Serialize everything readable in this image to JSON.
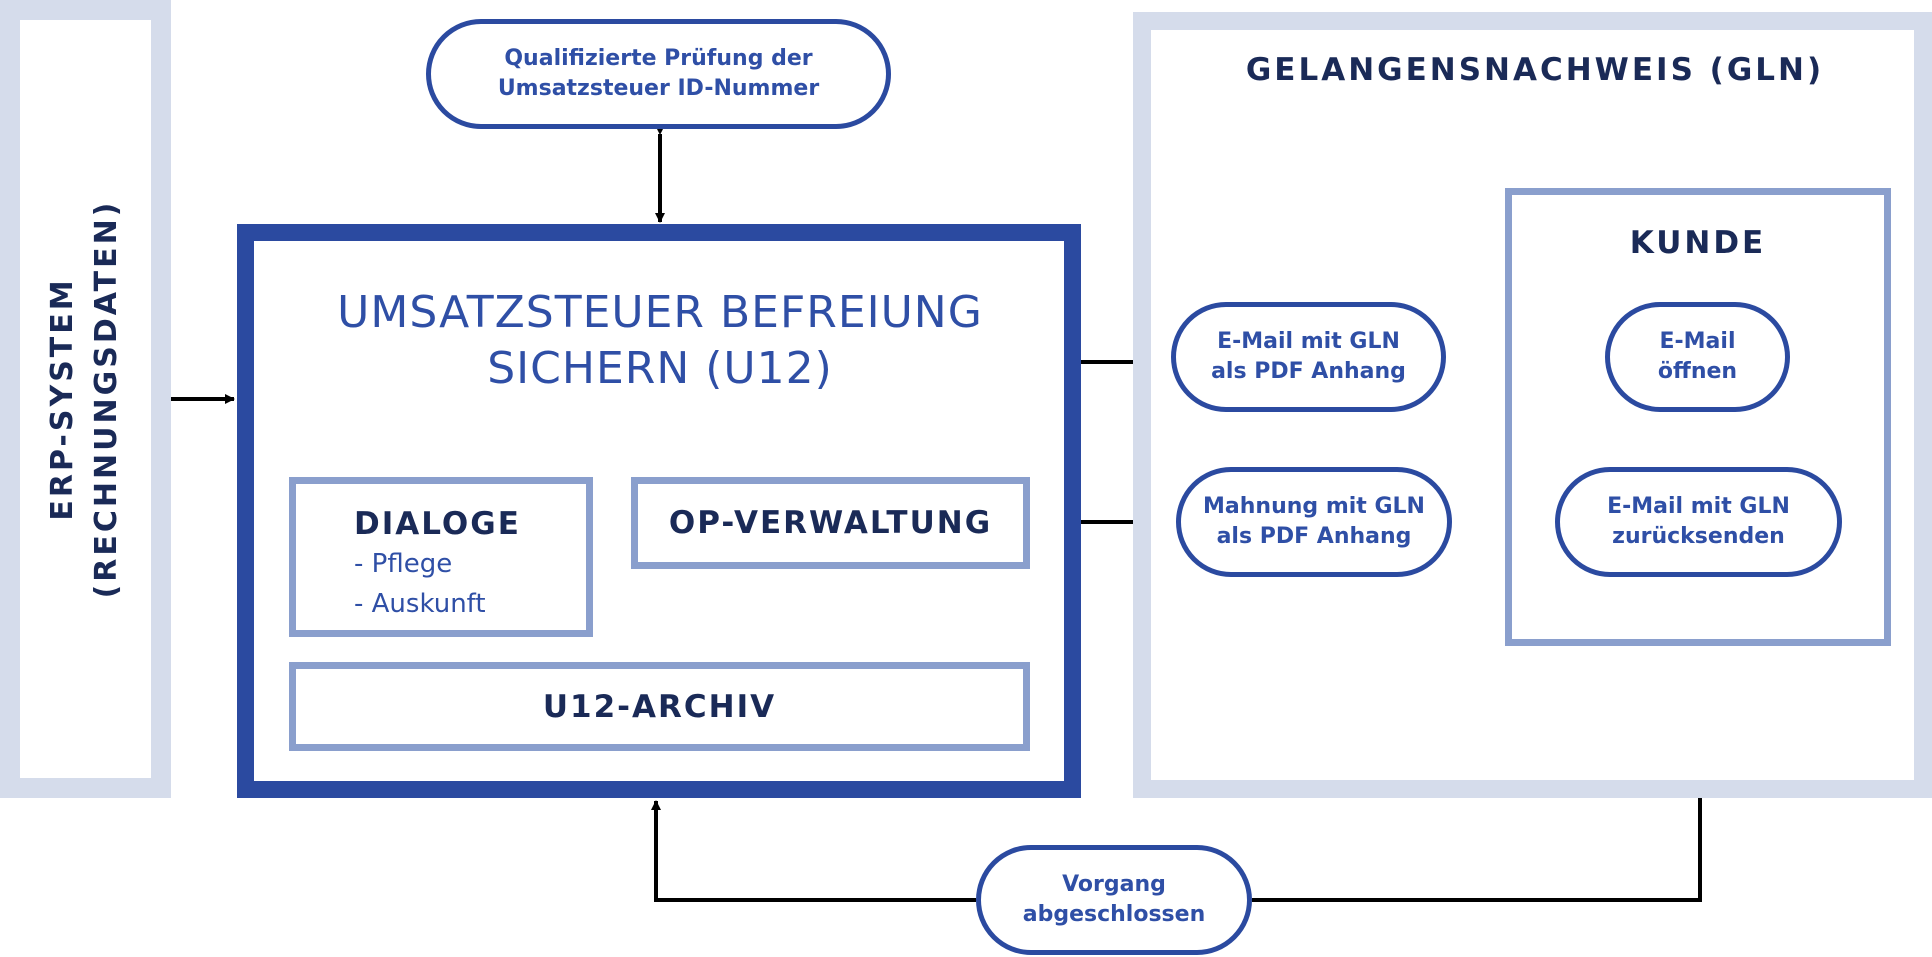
{
  "erp": {
    "line1": "ERP-SYSTEM",
    "line2": "(RECHNUNGSDATEN)"
  },
  "vat_check": {
    "line1": "Qualifizierte Prüfung der",
    "line2": "Umsatzsteuer ID-Nummer"
  },
  "main": {
    "title_line1": "UMSATZSTEUER BEFREIUNG",
    "title_line2": "SICHERN (U12)",
    "dialoge": {
      "title": "DIALOGE",
      "items": [
        "- Pflege",
        "- Auskunft"
      ]
    },
    "op_verwaltung": "OP-VERWALTUNG",
    "archiv": "U12-ARCHIV"
  },
  "gln": {
    "title": "GELANGENSNACHWEIS (GLN)",
    "email_pill": {
      "line1": "E-Mail mit GLN",
      "line2": "als PDF Anhang"
    },
    "mahnung_pill": {
      "line1": "Mahnung mit GLN",
      "line2": "als PDF Anhang"
    },
    "kunde": {
      "title": "KUNDE",
      "open_pill": {
        "line1": "E-Mail",
        "line2": "öffnen"
      },
      "return_pill": {
        "line1": "E-Mail mit GLN",
        "line2": "zurücksenden"
      }
    }
  },
  "done": {
    "line1": "Vorgang",
    "line2": "abgeschlossen"
  },
  "colors": {
    "dark_blue": "#2b4aa0",
    "navy_text": "#1a2a57",
    "light_panel": "#d5dceb",
    "inner_border": "#8a9fcd"
  }
}
